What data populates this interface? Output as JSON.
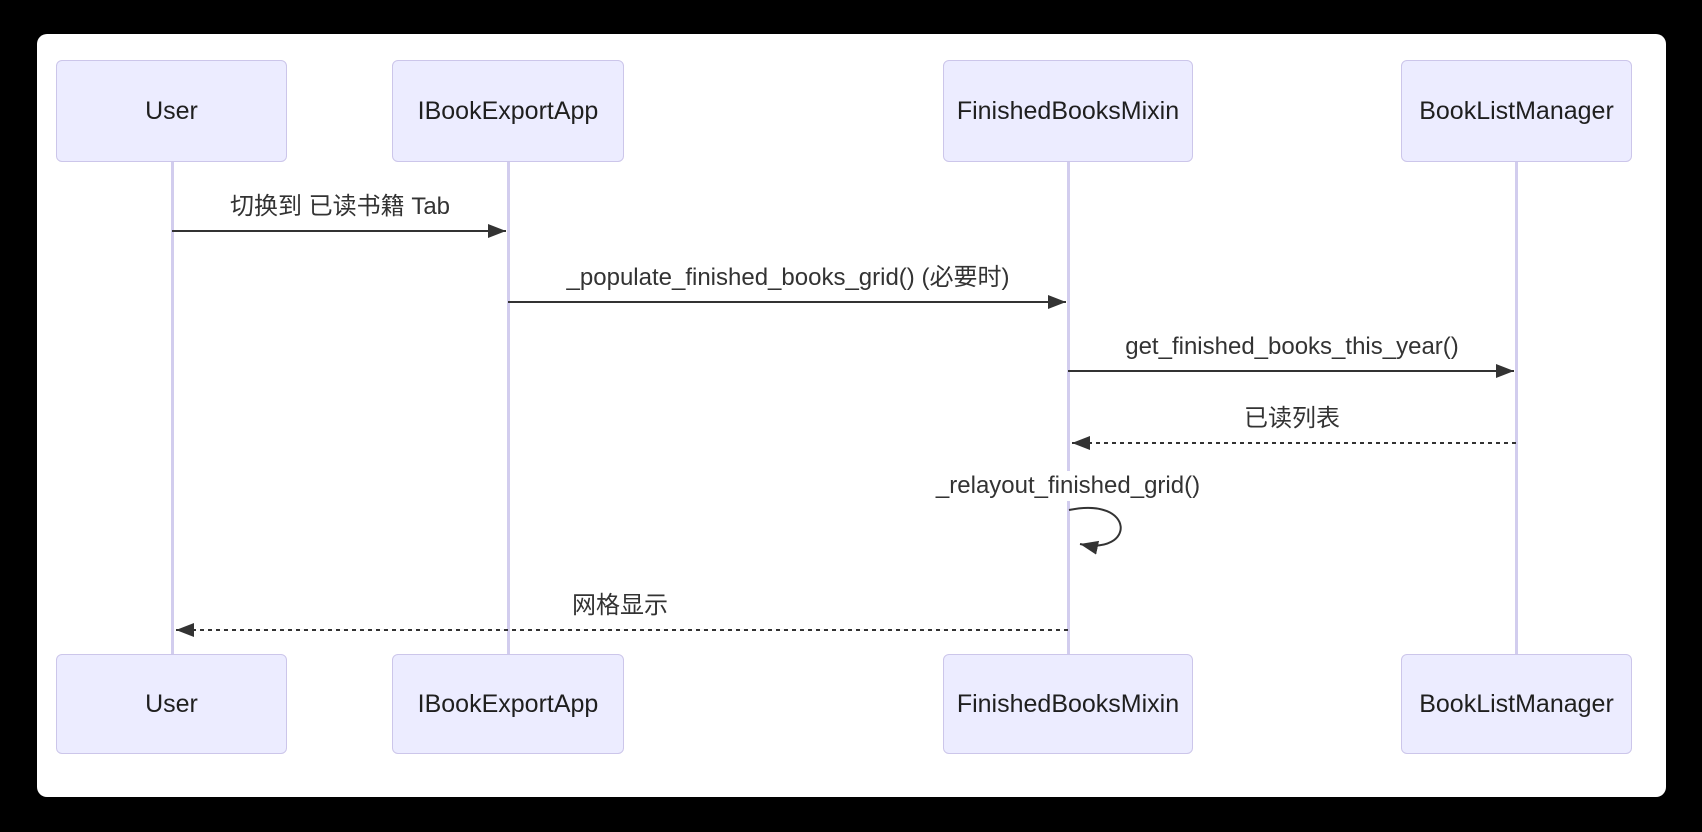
{
  "diagram": {
    "type": "sequence-diagram",
    "participants": [
      {
        "id": "user",
        "label": "User"
      },
      {
        "id": "ibook-export-app",
        "label": "IBookExportApp"
      },
      {
        "id": "finished-books-mixin",
        "label": "FinishedBooksMixin"
      },
      {
        "id": "book-list-manager",
        "label": "BookListManager"
      }
    ],
    "messages": [
      {
        "from": "User",
        "to": "IBookExportApp",
        "label": "切换到 已读书籍 Tab",
        "line": "solid",
        "arrow": "filled"
      },
      {
        "from": "IBookExportApp",
        "to": "FinishedBooksMixin",
        "label": "_populate_finished_books_grid() (必要时)",
        "line": "solid",
        "arrow": "filled"
      },
      {
        "from": "FinishedBooksMixin",
        "to": "BookListManager",
        "label": "get_finished_books_this_year()",
        "line": "solid",
        "arrow": "filled"
      },
      {
        "from": "BookListManager",
        "to": "FinishedBooksMixin",
        "label": "已读列表",
        "line": "dashed",
        "arrow": "filled"
      },
      {
        "from": "FinishedBooksMixin",
        "to": "FinishedBooksMixin",
        "label": "_relayout_finished_grid()",
        "line": "self-loop",
        "arrow": "filled"
      },
      {
        "from": "FinishedBooksMixin",
        "to": "User",
        "label": "网格显示",
        "line": "dashed",
        "arrow": "filled"
      }
    ],
    "colors": {
      "page_background": "#000000",
      "canvas_background": "#ffffff",
      "actor_fill": "#ececff",
      "actor_border": "#ccc6ea",
      "lifeline": "#d2cdee",
      "arrow": "#333333",
      "text": "#1f1f1f"
    }
  }
}
